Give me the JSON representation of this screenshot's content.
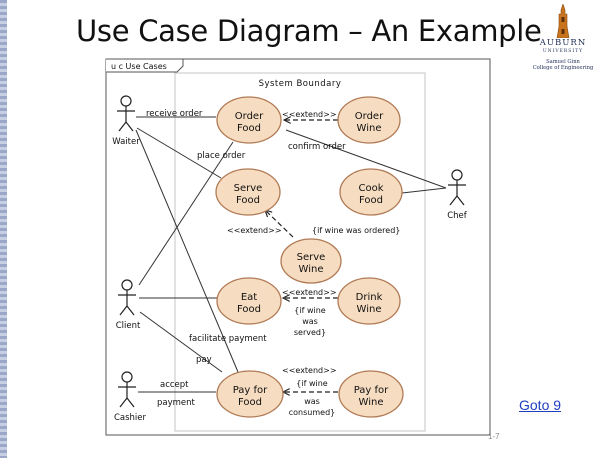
{
  "slide": {
    "title": "Use Case Diagram – An Example",
    "page_number": "1-7",
    "goto_link": "Goto 9"
  },
  "logo": {
    "name": "AUBURN",
    "sub": "UNIVERSITY",
    "college_line1": "Samuel Ginn",
    "college_line2": "College of Engineering"
  },
  "diagram": {
    "frame_tag": "u c Use Cases",
    "boundary_label": "System Boundary",
    "actors": {
      "waiter": "Waiter",
      "chef": "Chef",
      "client": "Client",
      "cashier": "Cashier"
    },
    "use_cases": {
      "order_food": [
        "Order",
        "Food"
      ],
      "order_wine": [
        "Order",
        "Wine"
      ],
      "serve_food": [
        "Serve",
        "Food"
      ],
      "cook_food": [
        "Cook",
        "Food"
      ],
      "serve_wine": [
        "Serve",
        "Wine"
      ],
      "eat_food": [
        "Eat",
        "Food"
      ],
      "drink_wine": [
        "Drink",
        "Wine"
      ],
      "pay_food": [
        "Pay for",
        "Food"
      ],
      "pay_wine": [
        "Pay for",
        "Wine"
      ]
    },
    "labels": {
      "receive_order": "receive order",
      "place_order": "place order",
      "confirm_order": "confirm order",
      "extend": "<<extend>>",
      "cond_wine_ordered": "{if wine was ordered}",
      "cond_wine_served": [
        "{if wine",
        "was",
        "served}"
      ],
      "cond_wine_consumed": [
        "{if wine",
        "was",
        "consumed}"
      ],
      "facilitate_payment": "facilitate payment",
      "pay": "pay",
      "accept": "accept",
      "payment": "payment"
    }
  },
  "colors": {
    "usecase_fill": "#f6dcc0",
    "usecase_stroke": "#b07a55",
    "link": "#1f3fbf",
    "logo": "#1c2d56"
  }
}
